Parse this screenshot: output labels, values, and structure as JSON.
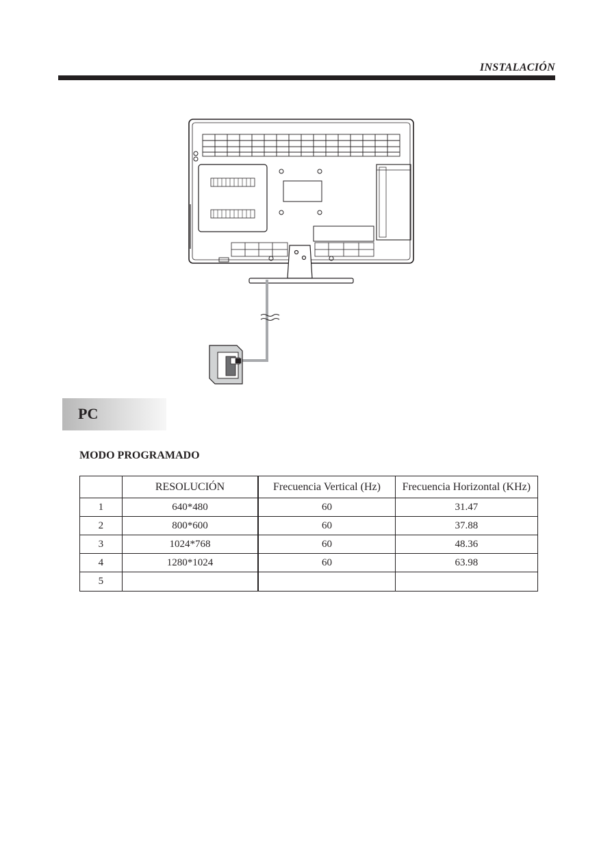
{
  "header": {
    "section": "INSTALACIÓN"
  },
  "pc": {
    "title": "PC",
    "subtitle": "MODO PROGRAMADO",
    "table": {
      "headers": [
        "",
        "RESOLUCIÓN",
        "Frecuencia Vertical (Hz)",
        "Frecuencia Horizontal (KHz)"
      ],
      "rows": [
        [
          "1",
          "640*480",
          "60",
          "31.47"
        ],
        [
          "2",
          "800*600",
          "60",
          "37.88"
        ],
        [
          "3",
          "1024*768",
          "60",
          "48.36"
        ],
        [
          "4",
          "1280*1024",
          "60",
          "63.98"
        ],
        [
          "5",
          "",
          "",
          ""
        ]
      ]
    }
  }
}
